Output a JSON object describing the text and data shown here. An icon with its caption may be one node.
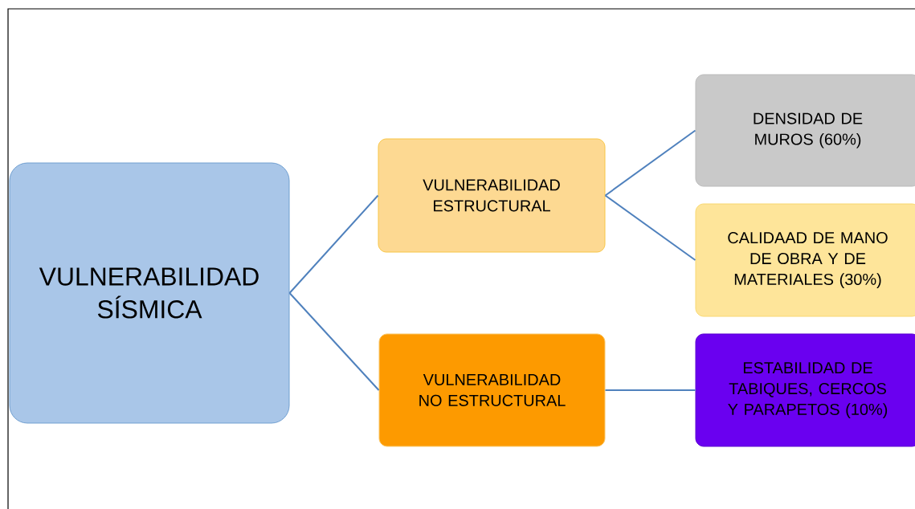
{
  "diagram": {
    "nodes": [
      {
        "text": [
          "VULNERABILIDAD SÍSMICA"
        ]
      },
      {
        "text": [
          "VULNERABILIDAD ESTRUCTURAL"
        ]
      },
      {
        "text": [
          "VULNERABILIDAD  NO ESTRUCTURAL"
        ]
      },
      {
        "text": [
          "DENSIDAD DE MUROS (60%)"
        ]
      },
      {
        "text": [
          "CALIDAAD DE MANO DE OBRA Y DE MATERIALES  (30%)"
        ]
      },
      {
        "text": [
          "ESTABILIDAD DE TABIQUES, CERCOS Y PARAPETOS (10%)"
        ]
      }
    ],
    "edges": [
      {
        "from": 0,
        "to": 1,
        "arrow": "none"
      },
      {
        "from": 0,
        "to": 2,
        "arrow": "none"
      },
      {
        "from": 1,
        "to": 3,
        "arrow": "none"
      },
      {
        "from": 1,
        "to": 4,
        "arrow": "none"
      },
      {
        "from": 2,
        "to": 5,
        "arrow": "none"
      }
    ]
  }
}
